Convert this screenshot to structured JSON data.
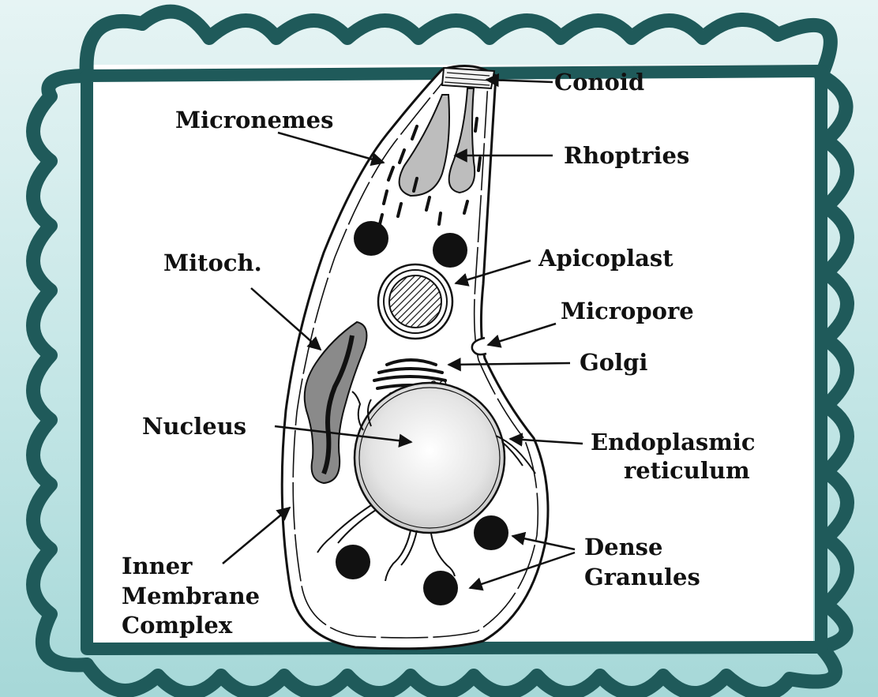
{
  "diagram": {
    "labels": {
      "conoid": "Conoid",
      "micronemes": "Micronemes",
      "rhoptries": "Rhoptries",
      "mitoch": "Mitoch.",
      "apicoplast": "Apicoplast",
      "micropore": "Micropore",
      "golgi": "Golgi",
      "nucleus": "Nucleus",
      "er_line1": "Endoplasmic",
      "er_line2": "reticulum",
      "imc_line1": "Inner",
      "imc_line2": "Membrane",
      "imc_line3": "Complex",
      "dense_line1": "Dense",
      "dense_line2": "Granules"
    },
    "colors": {
      "frame": "#1f5a5a",
      "background_top": "#e6f4f4",
      "background_bottom": "#a6d8d8",
      "panel": "#ffffff",
      "ink": "#111111"
    }
  }
}
